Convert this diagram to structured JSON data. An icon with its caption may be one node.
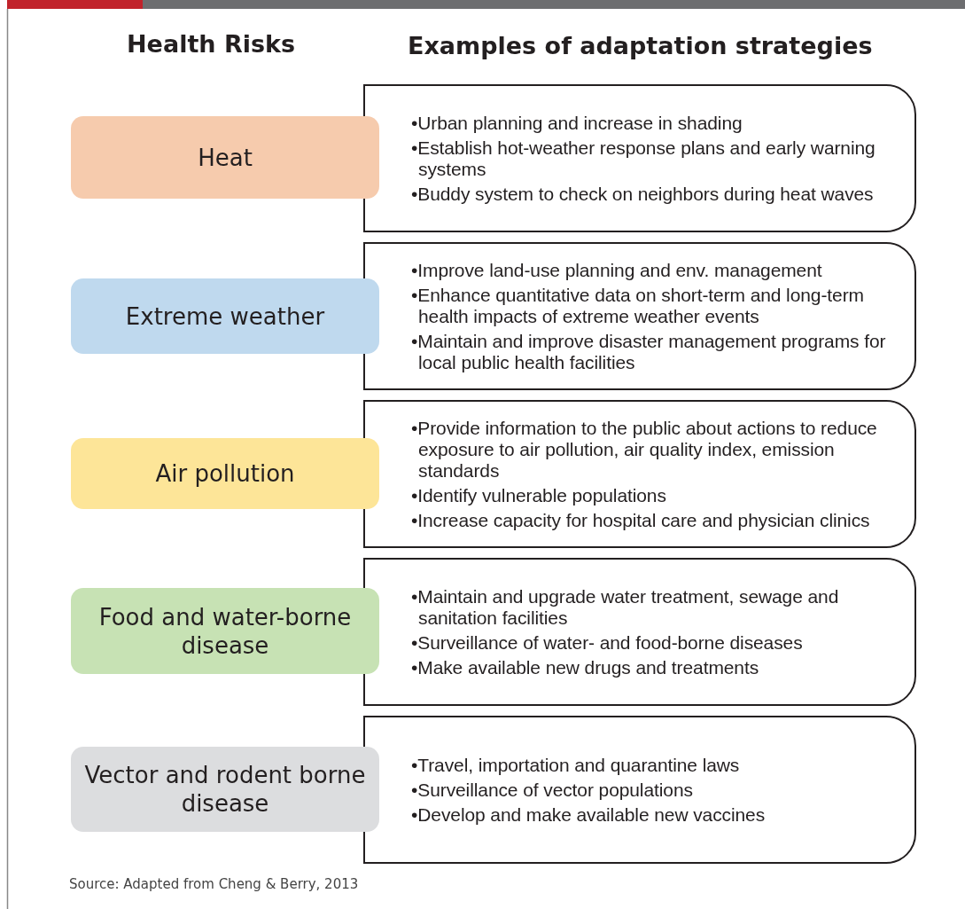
{
  "diagram": {
    "caption": "Source: Adapted from Cheng & Berry, 2013",
    "nodes": [
      {
        "text": [
          "Heat"
        ]
      },
      {
        "text": [
          "•Urban planning and increase in shading",
          "•Establish hot-weather response plans and early warning systems",
          "•Buddy system to check on neighbors during heat waves"
        ]
      },
      {
        "text": [
          "Extreme weather"
        ]
      },
      {
        "text": [
          "•Improve land-use planning and env. management",
          "•Enhance quantitative data on short-term and long-term health impacts of extreme weather events",
          "•Maintain and improve disaster management programs for local public health facilities"
        ]
      },
      {
        "text": [
          "Air pollution"
        ]
      },
      {
        "text": [
          "•Provide information to the public about actions to reduce exposure to air pollution, air quality index, emission standards",
          "•Identify vulnerable populations",
          "•Increase capacity for hospital care and physician clinics"
        ]
      },
      {
        "text": [
          "Food and water-borne disease"
        ]
      },
      {
        "text": [
          "•Maintain and upgrade water treatment, sewage and sanitation facilities",
          "•Surveillance of water- and food-borne diseases",
          "•Make available new drugs and treatments"
        ]
      },
      {
        "text": [
          "Vector and rodent borne disease"
        ]
      },
      {
        "text": [
          "•Travel, importation and quarantine laws",
          "•Surveillance of vector populations",
          "•Develop and make available new vaccines"
        ]
      }
    ],
    "labels": [
      "Health Risks",
      "Examples of adaptation strategies"
    ]
  }
}
